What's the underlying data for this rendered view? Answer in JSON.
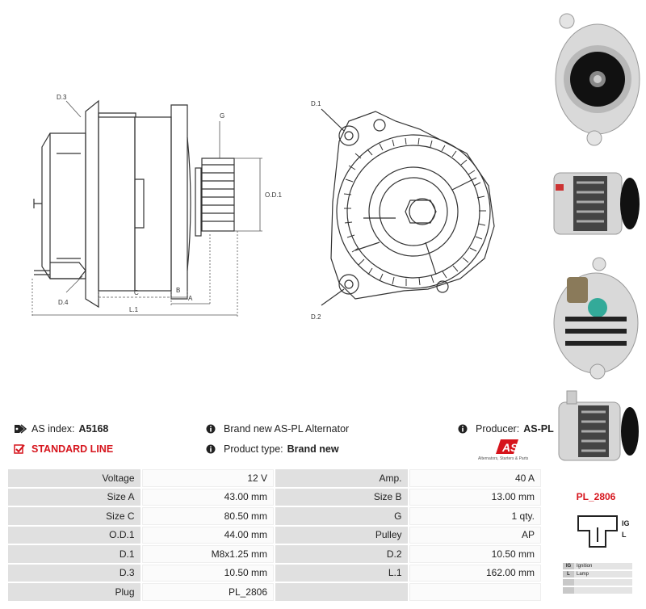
{
  "drawing_labels": {
    "d3": "D.3",
    "d4": "D.4",
    "g": "G",
    "od1": "O.D.1",
    "c": "C",
    "b": "B",
    "a": "A",
    "l1": "L.1",
    "d1": "D.1",
    "d2": "D.2"
  },
  "info": {
    "as_index_label": "AS index:",
    "as_index_value": "A5168",
    "description": "Brand new AS-PL Alternator",
    "producer_label": "Producer:",
    "producer_value": "AS-PL",
    "line": "STANDARD LINE",
    "product_type_label": "Product type:",
    "product_type_value": "Brand new",
    "logo_text": "AS",
    "logo_tagline": "Alternators, Starters & Parts"
  },
  "specs": [
    {
      "l1": "Voltage",
      "v1": "12 V",
      "l2": "Amp.",
      "v2": "40 A"
    },
    {
      "l1": "Size A",
      "v1": "43.00 mm",
      "l2": "Size B",
      "v2": "13.00 mm"
    },
    {
      "l1": "Size C",
      "v1": "80.50 mm",
      "l2": "G",
      "v2": "1 qty."
    },
    {
      "l1": "O.D.1",
      "v1": "44.00 mm",
      "l2": "Pulley",
      "v2": "AP"
    },
    {
      "l1": "D.1",
      "v1": "M8x1.25 mm",
      "l2": "D.2",
      "v2": "10.50 mm"
    },
    {
      "l1": "D.3",
      "v1": "10.50 mm",
      "l2": "L.1",
      "v2": "162.00 mm"
    },
    {
      "l1": "Plug",
      "v1": "PL_2806",
      "l2": "",
      "v2": ""
    }
  ],
  "plug": {
    "code": "PL_2806",
    "pin_ig": "IG",
    "pin_l": "L",
    "legend": [
      {
        "key": "IG",
        "value": "Ignition"
      },
      {
        "key": "L",
        "value": "Lamp"
      },
      {
        "key": "",
        "value": ""
      },
      {
        "key": "",
        "value": ""
      }
    ]
  },
  "colors": {
    "accent_red": "#d6141c",
    "label_bg": "#e0e0e0"
  }
}
